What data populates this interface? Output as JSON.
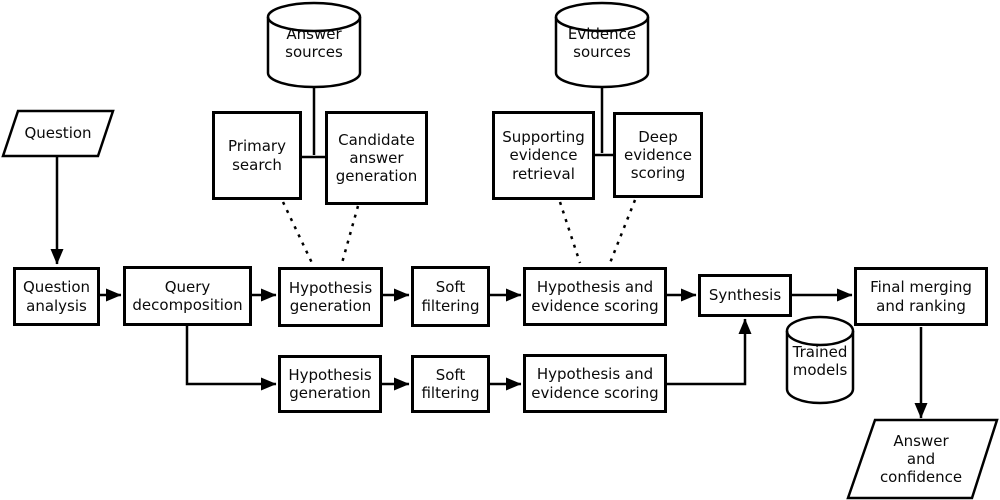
{
  "nodes": {
    "question": "Question",
    "answer_sources": "Answer\nsources",
    "evidence_sources": "Evidence\nsources",
    "primary_search": "Primary\nsearch",
    "candidate_answer_generation": "Candidate\nanswer\ngeneration",
    "supporting_evidence_retrieval": "Supporting\nevidence\nretrieval",
    "deep_evidence_scoring": "Deep\nevidence\nscoring",
    "question_analysis": "Question\nanalysis",
    "query_decomposition": "Query\ndecomposition",
    "hypothesis_generation_top": "Hypothesis\ngeneration",
    "hypothesis_generation_bottom": "Hypothesis\ngeneration",
    "soft_filtering_top": "Soft\nfiltering",
    "soft_filtering_bottom": "Soft\nfiltering",
    "hypothesis_evidence_scoring_top": "Hypothesis and\nevidence scoring",
    "hypothesis_evidence_scoring_bottom": "Hypothesis and\nevidence scoring",
    "synthesis": "Synthesis",
    "trained_models": "Trained\nmodels",
    "final_merging_ranking": "Final merging\nand ranking",
    "answer_confidence": "Answer\nand\nconfidence"
  },
  "edges": [
    {
      "from": "question",
      "to": "question_analysis",
      "style": "arrow"
    },
    {
      "from": "question_analysis",
      "to": "query_decomposition",
      "style": "arrow"
    },
    {
      "from": "query_decomposition",
      "to": "hypothesis_generation_top",
      "style": "arrow"
    },
    {
      "from": "query_decomposition",
      "to": "hypothesis_generation_bottom",
      "style": "arrow"
    },
    {
      "from": "hypothesis_generation_top",
      "to": "soft_filtering_top",
      "style": "arrow"
    },
    {
      "from": "soft_filtering_top",
      "to": "hypothesis_evidence_scoring_top",
      "style": "arrow"
    },
    {
      "from": "hypothesis_generation_bottom",
      "to": "soft_filtering_bottom",
      "style": "arrow"
    },
    {
      "from": "soft_filtering_bottom",
      "to": "hypothesis_evidence_scoring_bottom",
      "style": "arrow"
    },
    {
      "from": "hypothesis_evidence_scoring_top",
      "to": "synthesis",
      "style": "arrow"
    },
    {
      "from": "hypothesis_evidence_scoring_bottom",
      "to": "synthesis",
      "style": "arrow"
    },
    {
      "from": "synthesis",
      "to": "final_merging_ranking",
      "style": "arrow"
    },
    {
      "from": "final_merging_ranking",
      "to": "answer_confidence",
      "style": "arrow"
    },
    {
      "from": "primary_search",
      "to": "candidate_answer_generation",
      "style": "line"
    },
    {
      "from": "supporting_evidence_retrieval",
      "to": "deep_evidence_scoring",
      "style": "line"
    },
    {
      "from": "answer_sources",
      "to": "primary_search_candidate_connector",
      "style": "line"
    },
    {
      "from": "evidence_sources",
      "to": "supporting_deep_connector",
      "style": "line"
    },
    {
      "from": "primary_search",
      "to": "hypothesis_generation_top",
      "style": "dashed"
    },
    {
      "from": "candidate_answer_generation",
      "to": "hypothesis_generation_top",
      "style": "dashed"
    },
    {
      "from": "supporting_evidence_retrieval",
      "to": "hypothesis_evidence_scoring_top",
      "style": "dashed"
    },
    {
      "from": "deep_evidence_scoring",
      "to": "hypothesis_evidence_scoring_top",
      "style": "dashed"
    }
  ],
  "colors": {
    "line": "#000000",
    "background": "#ffffff",
    "text": "#0a0a0a"
  }
}
